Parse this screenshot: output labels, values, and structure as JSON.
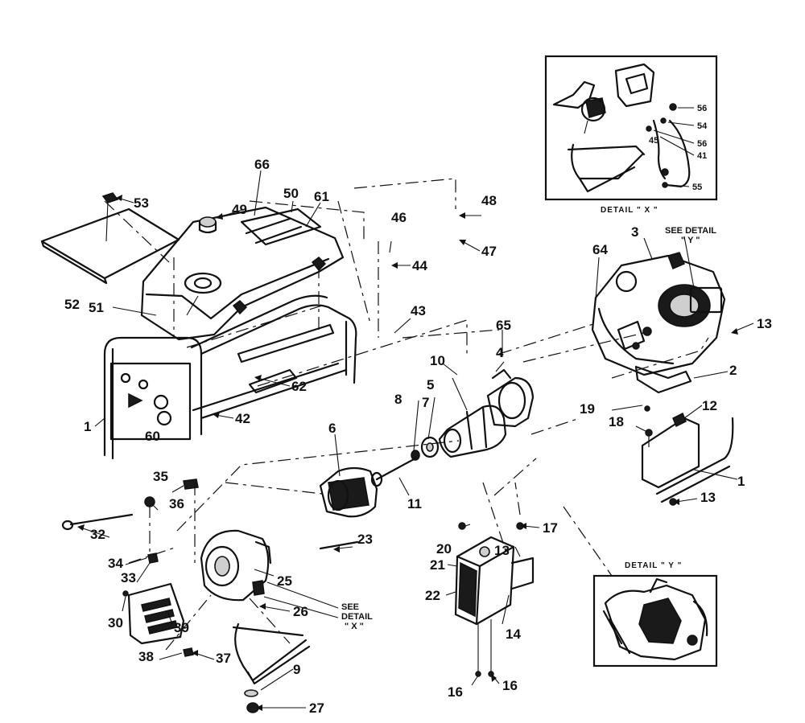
{
  "detail_x": {
    "title": "DETAIL \" X \"",
    "callouts": [
      "56",
      "54",
      "56",
      "41",
      "45",
      "55"
    ]
  },
  "detail_y": {
    "title": "DETAIL \" Y \""
  },
  "see_detail_x": {
    "line1": "SEE",
    "line2": "DETAIL",
    "line3": "\" X \""
  },
  "see_detail_y": {
    "line1": "SEE DETAIL",
    "line2": "\" Y \""
  },
  "callouts": {
    "c1a": "1",
    "c1b": "1",
    "c2": "2",
    "c3": "3",
    "c4": "4",
    "c5": "5",
    "c6": "6",
    "c7": "7",
    "c8": "8",
    "c9": "9",
    "c10": "10",
    "c11": "11",
    "c12": "12",
    "c13a": "13",
    "c13b": "13",
    "c13c": "13",
    "c14": "14",
    "c16a": "16",
    "c16b": "16",
    "c17": "17",
    "c18": "18",
    "c19": "19",
    "c20": "20",
    "c21": "21",
    "c22": "22",
    "c23": "23",
    "c25": "25",
    "c26": "26",
    "c27": "27",
    "c30": "30",
    "c32": "32",
    "c33": "33",
    "c34": "34",
    "c35": "35",
    "c36": "36",
    "c37": "37",
    "c38": "38",
    "c39": "39",
    "c42": "42",
    "c43": "43",
    "c44": "44",
    "c46": "46",
    "c47": "47",
    "c48": "48",
    "c49": "49",
    "c50": "50",
    "c51": "51",
    "c52": "52",
    "c53": "53",
    "c60": "60",
    "c61": "61",
    "c62": "62",
    "c64": "64",
    "c65": "65",
    "c66": "66"
  }
}
